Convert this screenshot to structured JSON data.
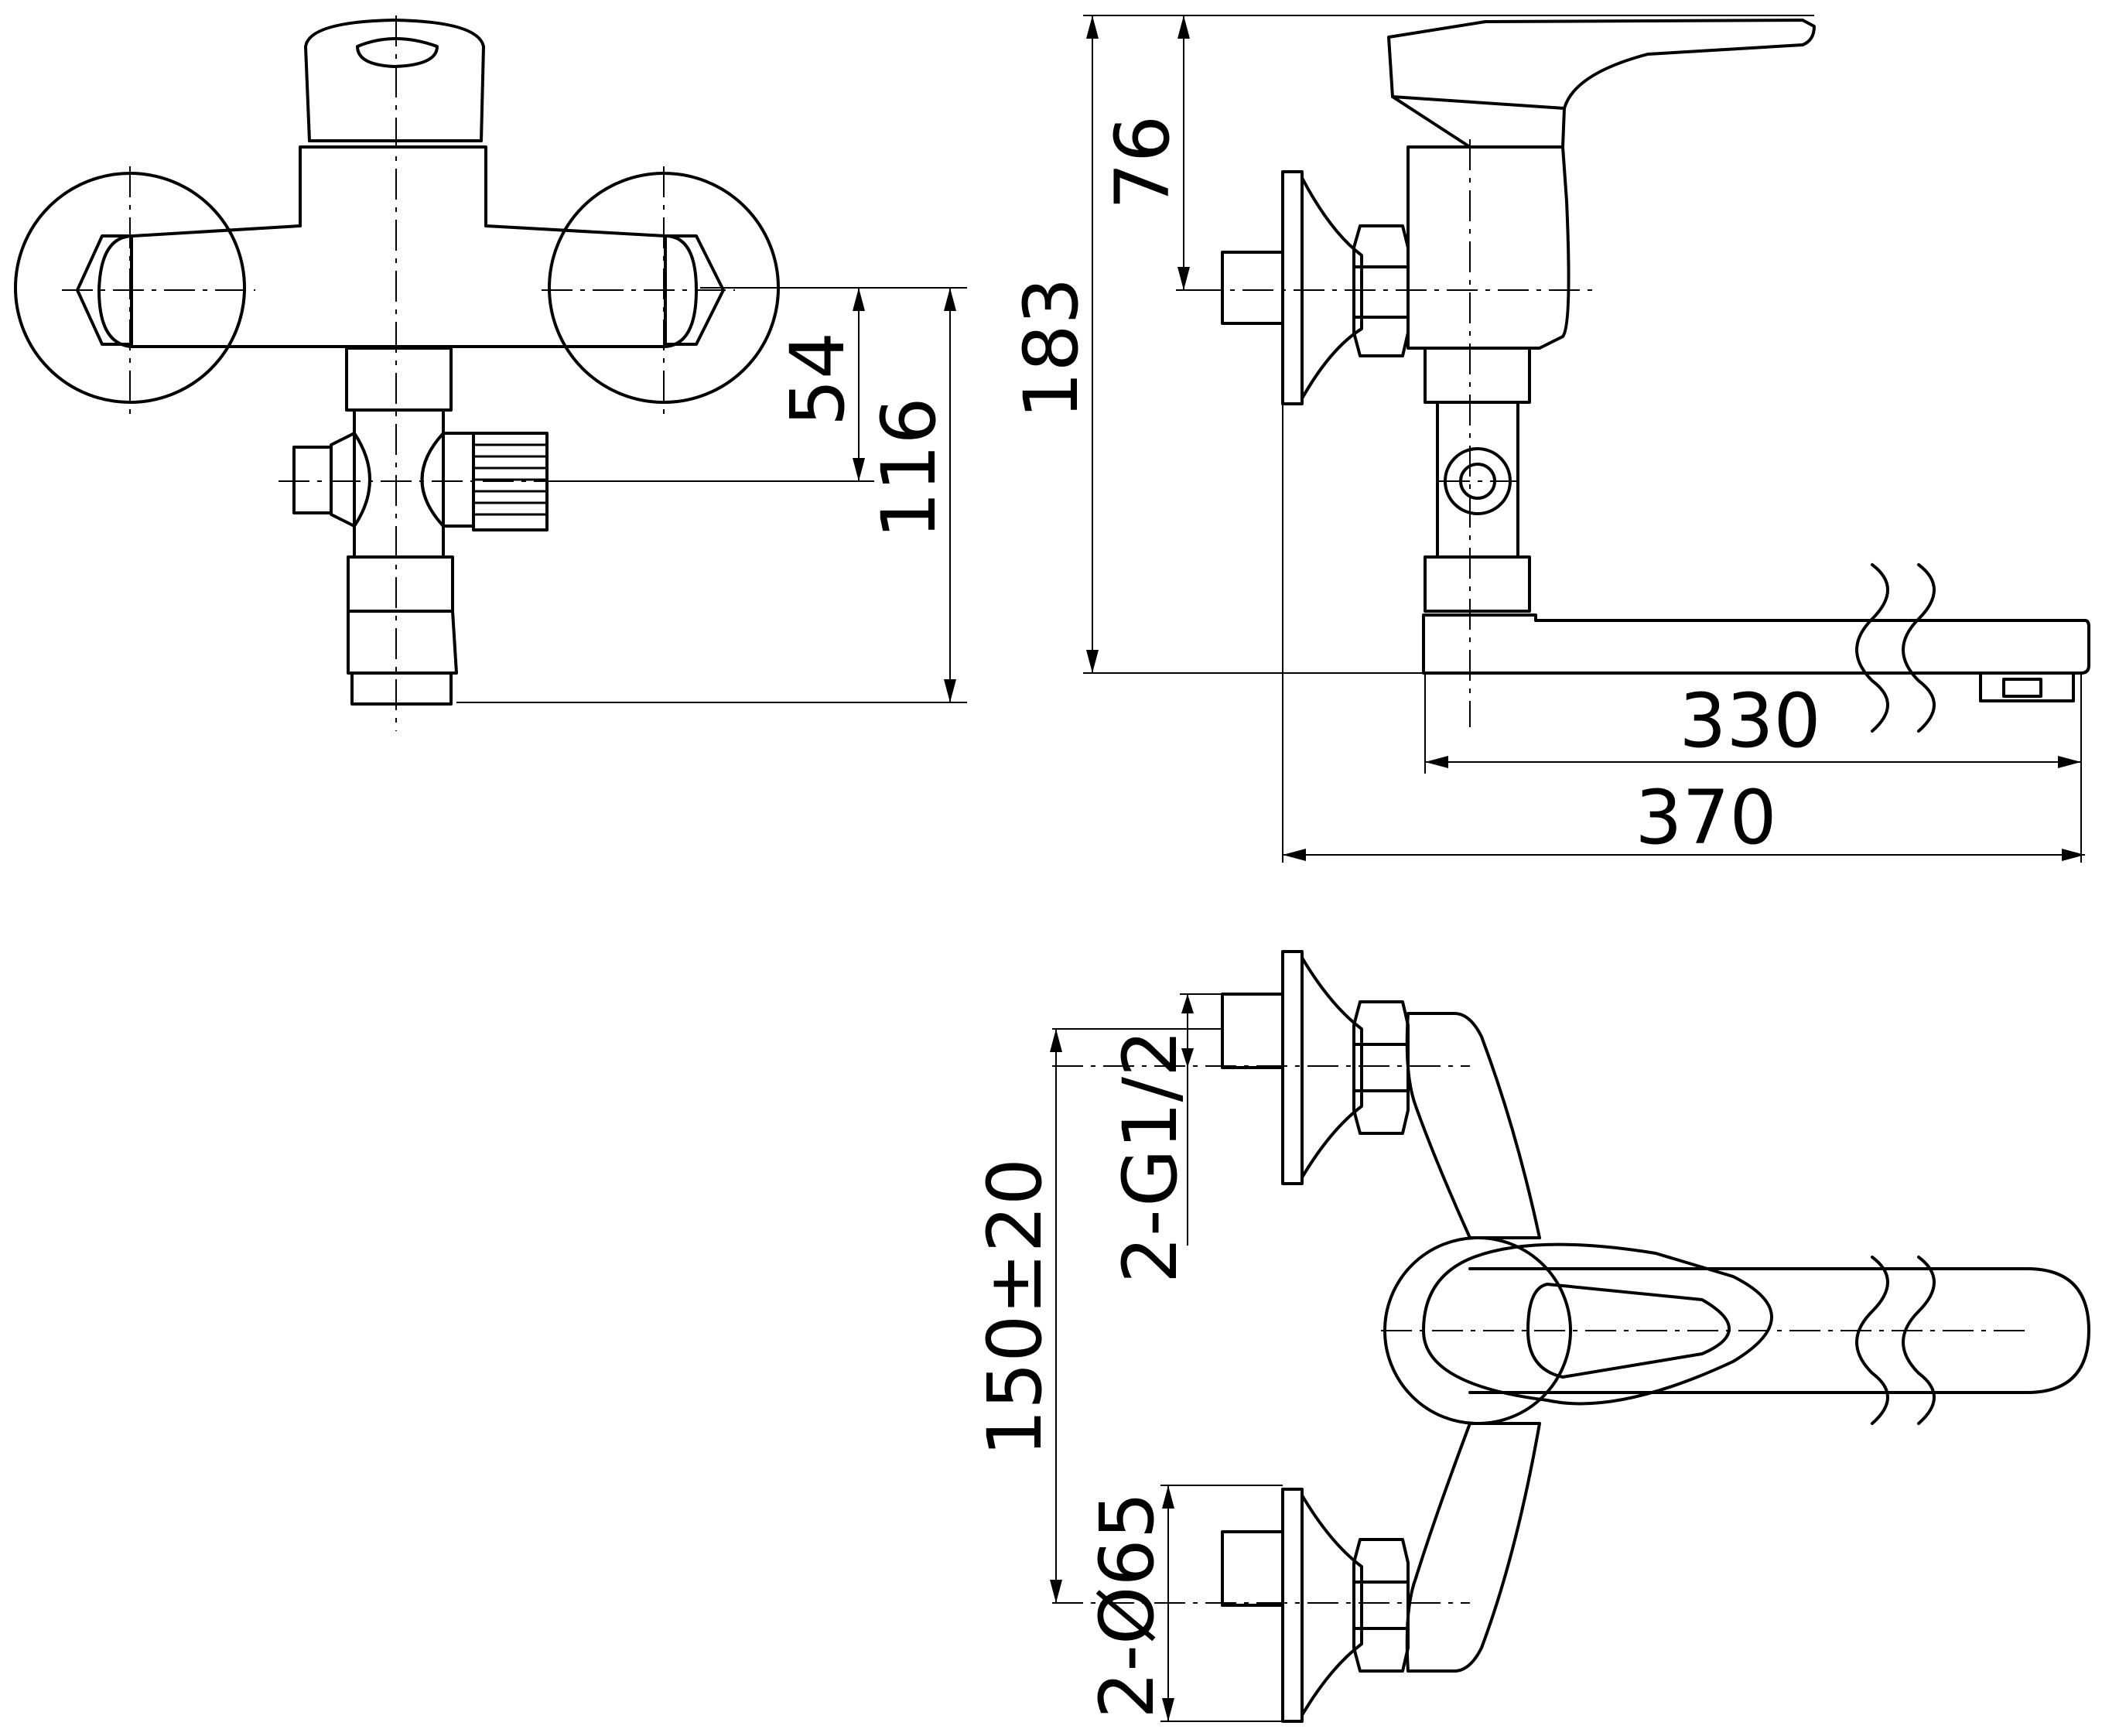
{
  "dimensions": {
    "d54": "54",
    "d116": "116",
    "d76": "76",
    "d183": "183",
    "d330": "330",
    "d370": "370",
    "thread": "2-G1/2",
    "spacing": "150±20",
    "flange": "2-Ø65"
  }
}
